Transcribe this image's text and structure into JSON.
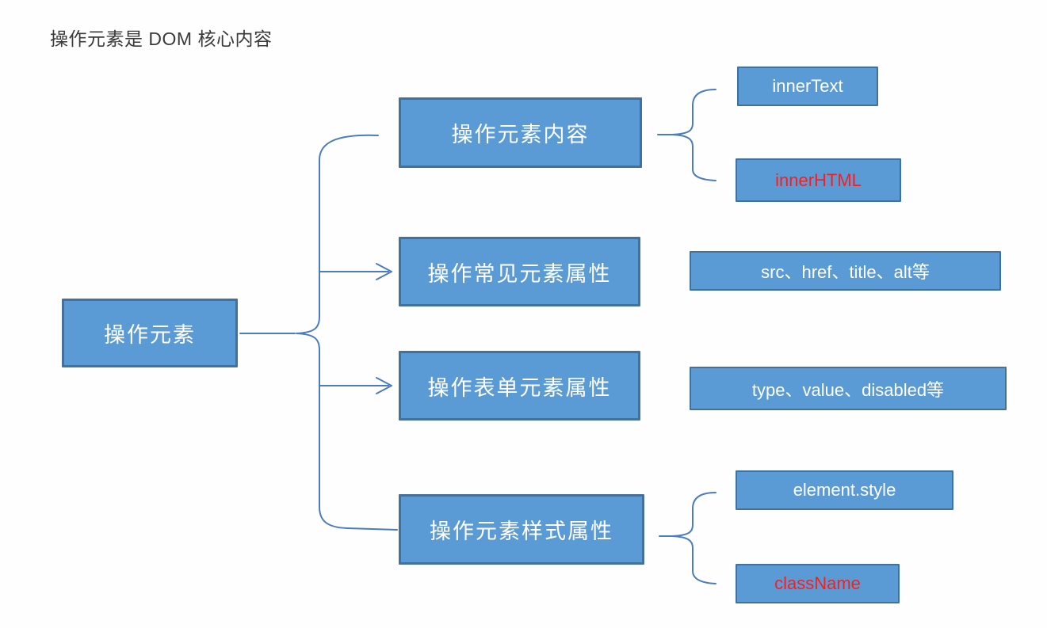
{
  "title": "操作元素是 DOM 核心内容",
  "colors": {
    "box_fill": "#5b9bd5",
    "box_border": "#41719c",
    "connector": "#4b7cc0",
    "text_white": "#ffffff",
    "text_red": "#fb1d1d",
    "title_color": "#3a3a3a",
    "background": "#fefefe"
  },
  "diagram": {
    "root": {
      "label": "操作元素"
    },
    "branches": [
      {
        "label": "操作元素内容",
        "children": [
          {
            "label": "innerText",
            "text_color": "white"
          },
          {
            "label": "innerHTML",
            "text_color": "red"
          }
        ]
      },
      {
        "label": "操作常见元素属性",
        "children": [
          {
            "label": "src、href、title、alt等",
            "text_color": "white"
          }
        ]
      },
      {
        "label": "操作表单元素属性",
        "children": [
          {
            "label": "type、value、disabled等",
            "text_color": "white"
          }
        ]
      },
      {
        "label": "操作元素样式属性",
        "children": [
          {
            "label": "element.style",
            "text_color": "white"
          },
          {
            "label": "className",
            "text_color": "red"
          }
        ]
      }
    ]
  }
}
